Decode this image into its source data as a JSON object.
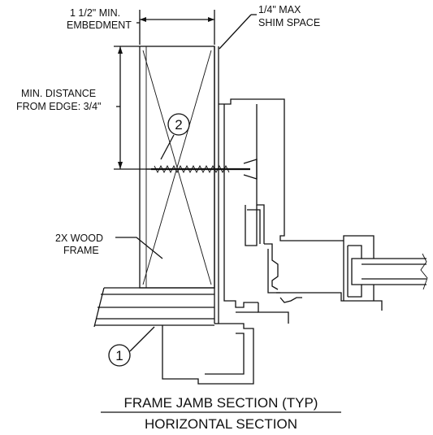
{
  "labels": {
    "embedment_line1": "1 1/2\" MIN.",
    "embedment_line2": "EMBEDMENT",
    "shim_line1": "1/4\" MAX",
    "shim_line2": "SHIM SPACE",
    "distance_line1": "MIN. DISTANCE",
    "distance_line2": "FROM EDGE: 3/4\"",
    "wood_line1": "2X WOOD",
    "wood_line2": "FRAME"
  },
  "callouts": {
    "one": "1",
    "two": "2"
  },
  "title": {
    "line1": "FRAME JAMB SECTION (TYP)",
    "line2": "HORIZONTAL SECTION"
  }
}
